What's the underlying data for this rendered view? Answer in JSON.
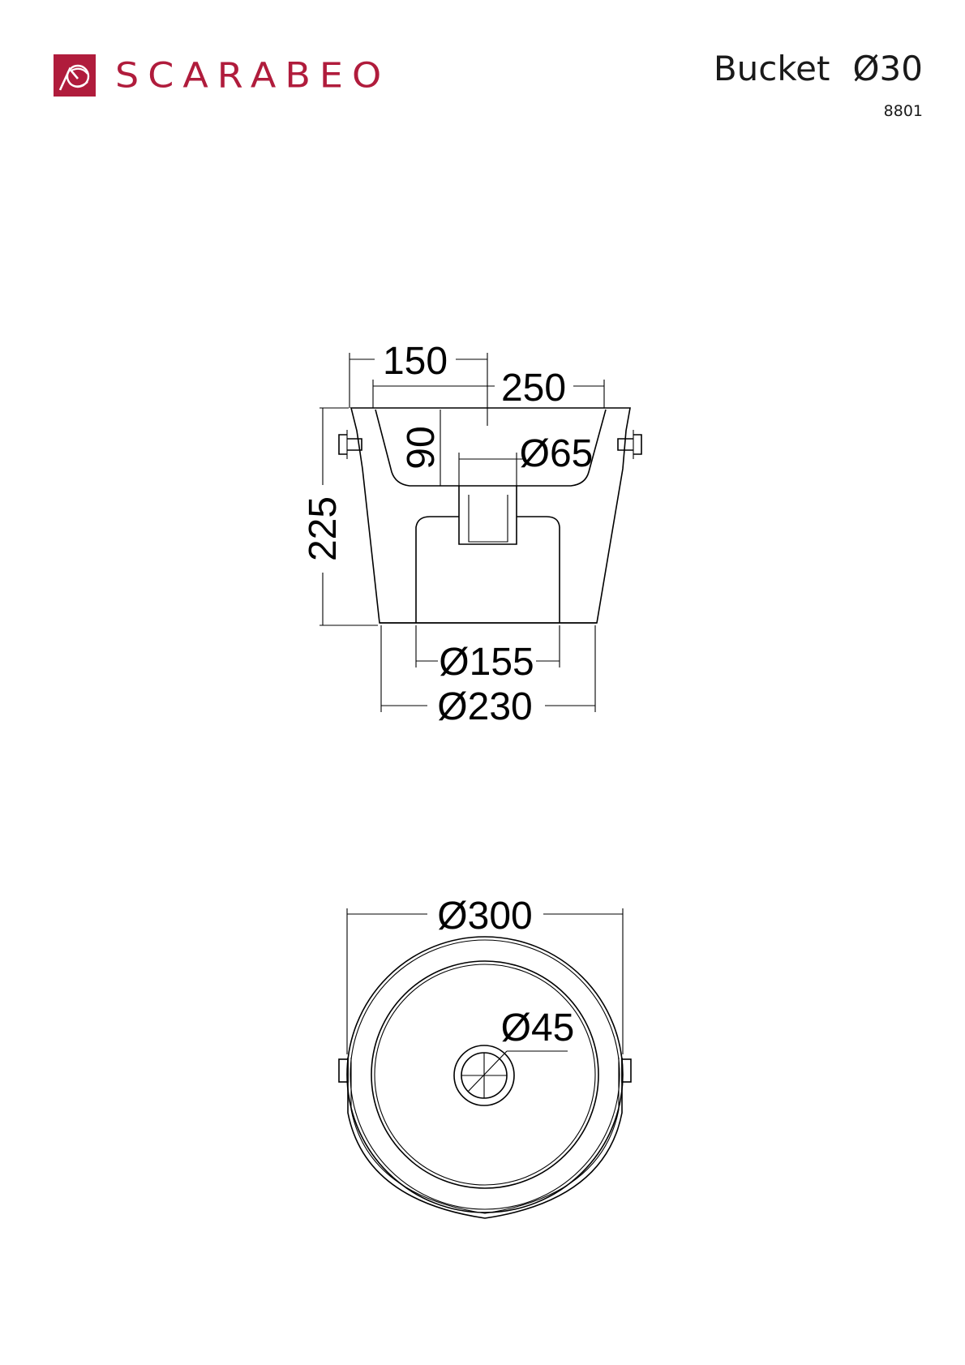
{
  "brand": {
    "name": "SCARABEO",
    "color": "#b01c3c",
    "logo_icon": "scarabeo-logo-icon"
  },
  "product": {
    "name": "Bucket",
    "size": "Ø30",
    "code": "8801"
  },
  "side_view": {
    "dimensions": {
      "top_half_width": "150",
      "inner_width": "250",
      "bowl_depth": "90",
      "drain_diameter": "Ø65",
      "height": "225",
      "inner_base_diameter": "Ø155",
      "base_diameter": "Ø230"
    }
  },
  "top_view": {
    "dimensions": {
      "outer_diameter": "Ø300",
      "drain_diameter": "Ø45"
    }
  }
}
